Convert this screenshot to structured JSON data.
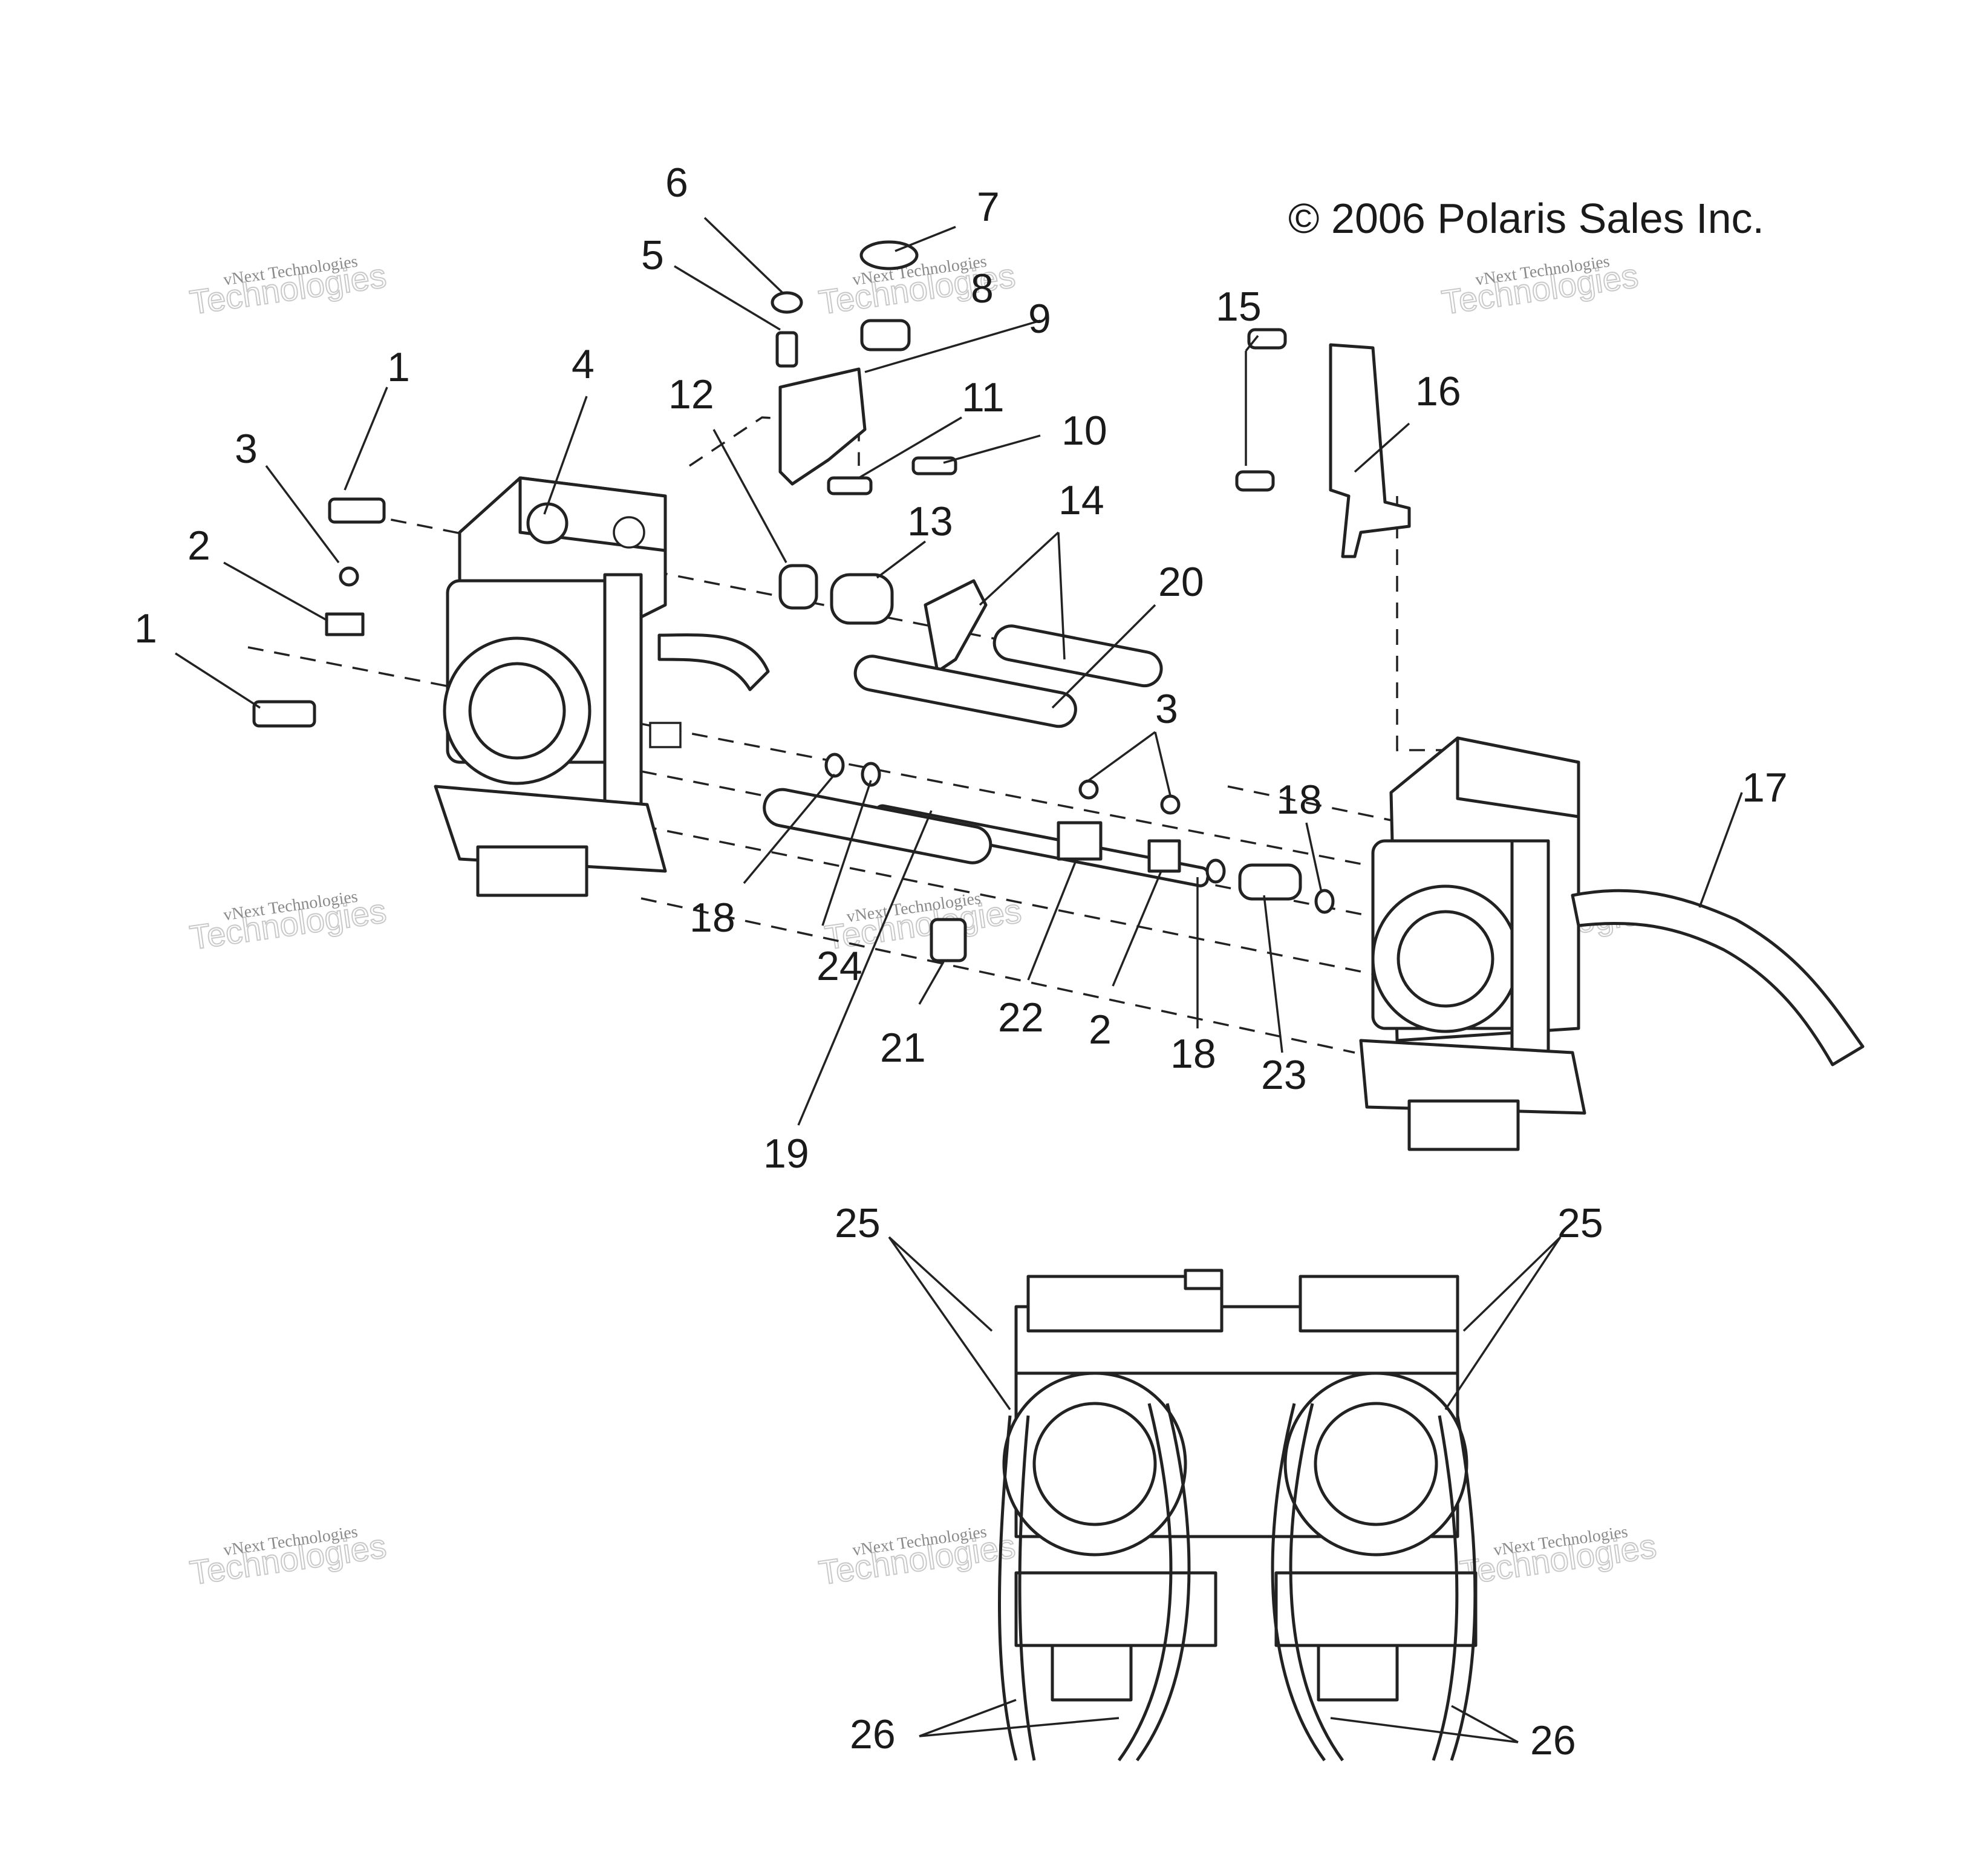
{
  "copyright": "© 2006 Polaris Sales Inc.",
  "watermark": {
    "line1": "vNext Technologies",
    "line2": "vNext",
    "line3": "Technologies"
  },
  "callouts": [
    "1",
    "3",
    "2",
    "1",
    "4",
    "5",
    "6",
    "7",
    "8",
    "9",
    "12",
    "11",
    "10",
    "13",
    "14",
    "20",
    "15",
    "16",
    "3",
    "18",
    "17",
    "18",
    "24",
    "21",
    "19",
    "22",
    "2",
    "18",
    "23",
    "25",
    "25",
    "26",
    "26"
  ]
}
